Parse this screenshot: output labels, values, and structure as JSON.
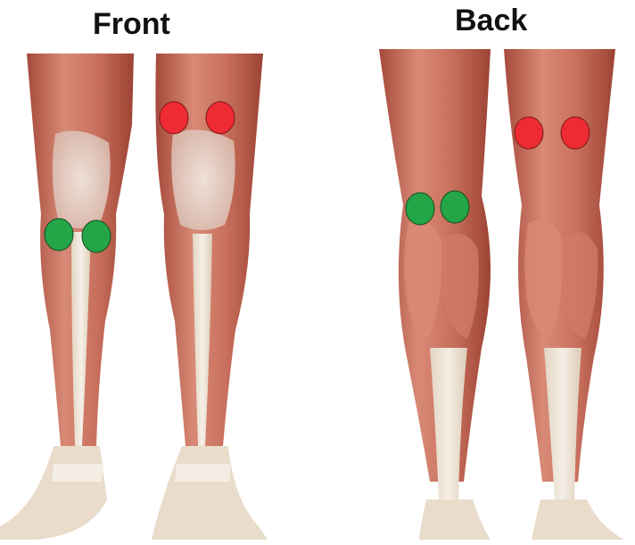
{
  "labels": {
    "front": "Front",
    "back": "Back"
  },
  "colors": {
    "marker_red": "#ee2a33",
    "marker_green": "#23a548",
    "muscle": "#c9705e",
    "muscle_dark": "#a64a3c",
    "tendon": "#ece3d6"
  },
  "icons": {
    "front_legs": "front-legs-illustration",
    "back_legs": "back-legs-illustration"
  }
}
